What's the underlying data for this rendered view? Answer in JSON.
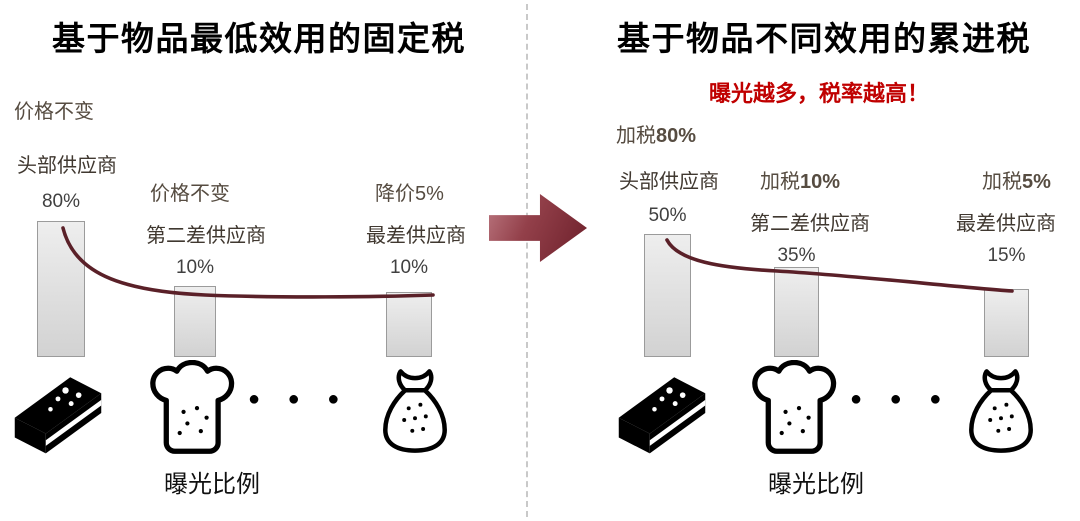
{
  "left": {
    "title": "基于物品最低效用的固定税",
    "suppliers": [
      {
        "note": "价格不变",
        "name": "头部供应商",
        "value": "80%"
      },
      {
        "note": "价格不变",
        "name": "第二差供应商",
        "value": "10%"
      },
      {
        "note": "降价5%",
        "name": "最差供应商",
        "value": "10%"
      }
    ],
    "axis_label": "曝光比例"
  },
  "right": {
    "title": "基于物品不同效用的累进税",
    "banner": "曝光越多，税率越高！",
    "suppliers": [
      {
        "note_prefix": "加税",
        "note_value": "80%",
        "name": "头部供应商",
        "value": "50%"
      },
      {
        "note_prefix": "加税",
        "note_value": "10%",
        "name": "第二差供应商",
        "value": "35%"
      },
      {
        "note_prefix": "加税",
        "note_value": "5%",
        "name": "最差供应商",
        "value": "15%"
      }
    ],
    "axis_label": "曝光比例"
  },
  "icons": {
    "cake": "cake-slice-icon",
    "bread": "bread-slice-icon",
    "sack": "flour-sack-icon",
    "dots": "● ● ●"
  },
  "colors": {
    "banner_red": "#c00000",
    "curve_maroon": "#5a2028",
    "arrow_gradient": [
      "#bb7780",
      "#6c1f2a"
    ],
    "bar_fill": "#d9d9d9",
    "bar_border": "#9b9b9b"
  },
  "chart_data": [
    {
      "type": "bar",
      "title": "基于物品最低效用的固定税",
      "categories": [
        "头部供应商",
        "第二差供应商",
        "最差供应商"
      ],
      "values": [
        80,
        10,
        10
      ],
      "unit": "%",
      "annotations": [
        "价格不变",
        "价格不变",
        "降价5%"
      ],
      "xlabel": "曝光比例"
    },
    {
      "type": "bar",
      "title": "基于物品不同效用的累进税",
      "subtitle": "曝光越多，税率越高！",
      "categories": [
        "头部供应商",
        "第二差供应商",
        "最差供应商"
      ],
      "values": [
        50,
        35,
        15
      ],
      "unit": "%",
      "annotations": [
        "加税80%",
        "加税10%",
        "加税5%"
      ],
      "xlabel": "曝光比例"
    }
  ]
}
